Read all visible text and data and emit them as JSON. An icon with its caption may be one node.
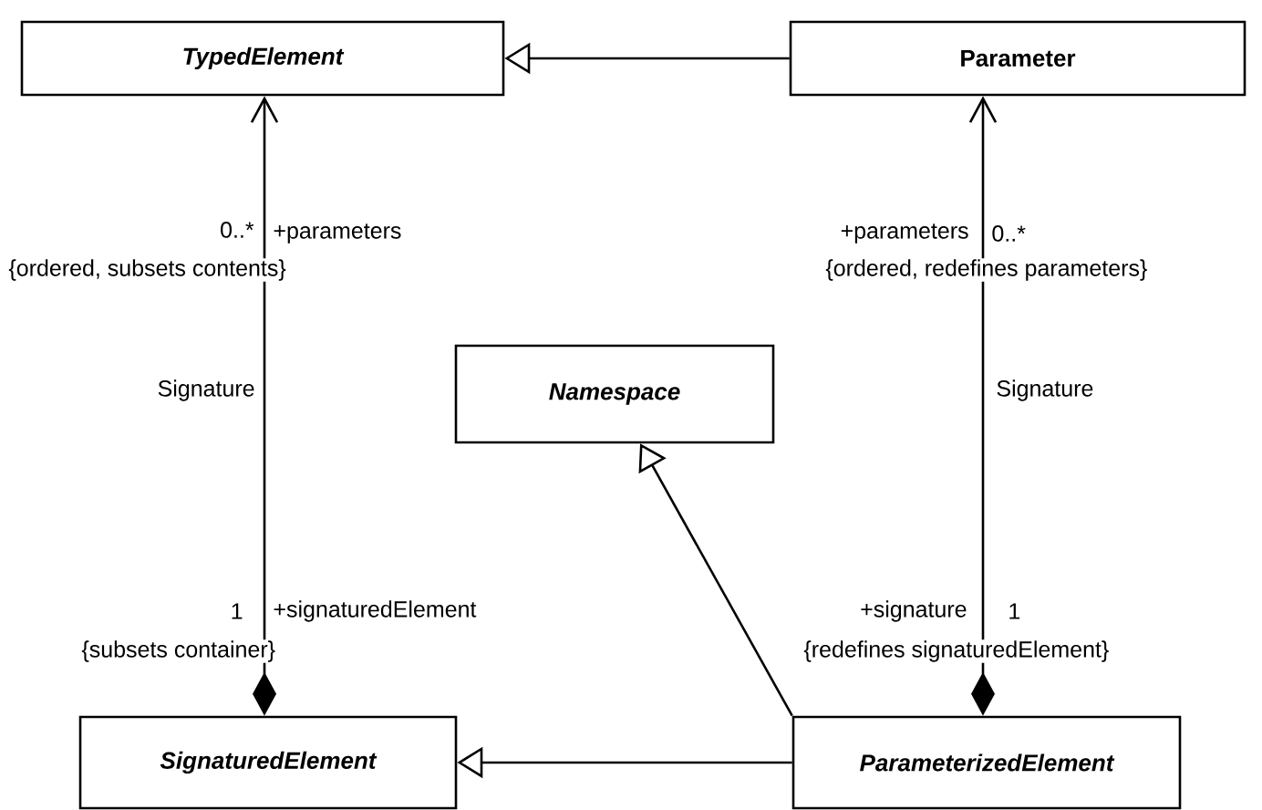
{
  "diagram": {
    "nodes": [
      {
        "text": [
          "TypedElement"
        ]
      },
      {
        "text": [
          "Parameter"
        ]
      },
      {
        "text": [
          "Namespace"
        ]
      },
      {
        "text": [
          "SignaturedElement"
        ]
      },
      {
        "text": [
          "ParameterizedElement"
        ]
      }
    ],
    "edges": [
      {
        "from": 1,
        "to": 0,
        "arrow": "to"
      },
      {
        "from": 3,
        "to": 0,
        "arrow": "to",
        "label": "Signature"
      },
      {
        "from": 4,
        "to": 1,
        "arrow": "to",
        "label": "Signature"
      },
      {
        "from": 4,
        "to": 2,
        "arrow": "to"
      },
      {
        "from": 4,
        "to": 3,
        "arrow": "to"
      }
    ],
    "labels": [
      "0..*",
      "+parameters",
      "+parameters",
      "0..*",
      "{ordered, subsets contents}",
      "{ordered, redefines parameters}",
      "1",
      "+signaturedElement",
      "+signature",
      "1",
      "{subsets container}",
      "{redefines signaturedElement}"
    ]
  }
}
